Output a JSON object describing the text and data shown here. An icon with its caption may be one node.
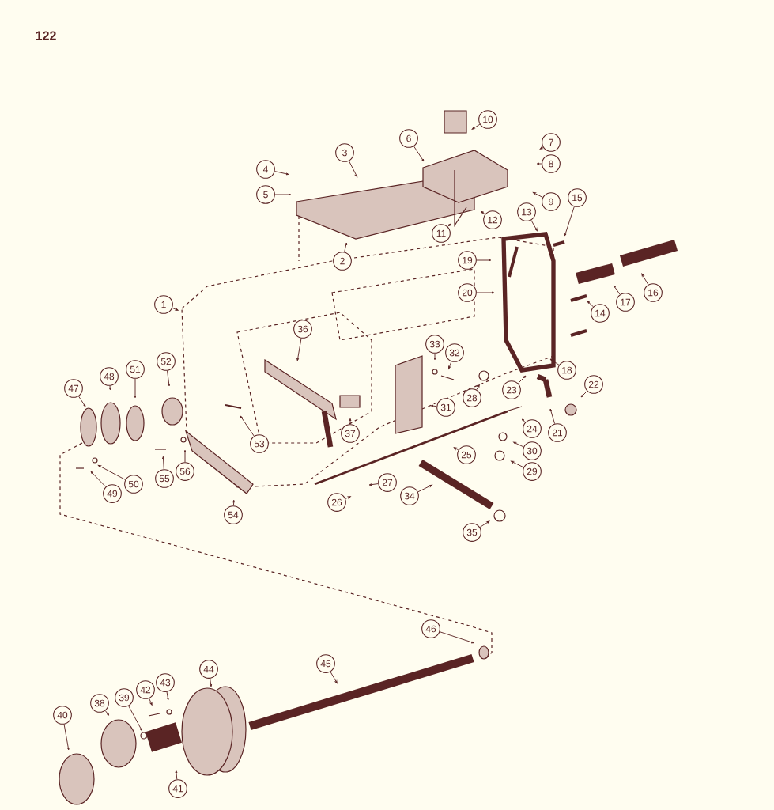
{
  "diagram": {
    "nodes": [
      {
        "text": [
          "1"
        ]
      },
      {
        "text": [
          "2"
        ]
      },
      {
        "text": [
          "3"
        ]
      },
      {
        "text": [
          "4"
        ]
      },
      {
        "text": [
          "5"
        ]
      },
      {
        "text": [
          "6"
        ]
      },
      {
        "text": [
          "7"
        ]
      },
      {
        "text": [
          "8"
        ]
      },
      {
        "text": [
          "9"
        ]
      },
      {
        "text": [
          "10"
        ]
      },
      {
        "text": [
          "11"
        ]
      },
      {
        "text": [
          "12"
        ]
      },
      {
        "text": [
          "13"
        ]
      },
      {
        "text": [
          "14"
        ]
      },
      {
        "text": [
          "15"
        ]
      },
      {
        "text": [
          "16"
        ]
      },
      {
        "text": [
          "17"
        ]
      },
      {
        "text": [
          "18"
        ]
      },
      {
        "text": [
          "19"
        ]
      },
      {
        "text": [
          "20"
        ]
      },
      {
        "text": [
          "21"
        ]
      },
      {
        "text": [
          "22"
        ]
      },
      {
        "text": [
          "23"
        ]
      },
      {
        "text": [
          "24"
        ]
      },
      {
        "text": [
          "25"
        ]
      },
      {
        "text": [
          "26"
        ]
      },
      {
        "text": [
          "27"
        ]
      },
      {
        "text": [
          "28"
        ]
      },
      {
        "text": [
          "29"
        ]
      },
      {
        "text": [
          "30"
        ]
      },
      {
        "text": [
          "31"
        ]
      },
      {
        "text": [
          "32"
        ]
      },
      {
        "text": [
          "33"
        ]
      },
      {
        "text": [
          "34"
        ]
      },
      {
        "text": [
          "35"
        ]
      },
      {
        "text": [
          "36"
        ]
      },
      {
        "text": [
          "37"
        ]
      },
      {
        "text": [
          "38"
        ]
      },
      {
        "text": [
          "39"
        ]
      },
      {
        "text": [
          "40"
        ]
      },
      {
        "text": [
          "41"
        ]
      },
      {
        "text": [
          "42"
        ]
      },
      {
        "text": [
          "43"
        ]
      },
      {
        "text": [
          "44"
        ]
      },
      {
        "text": [
          "45"
        ]
      },
      {
        "text": [
          "46"
        ]
      },
      {
        "text": [
          "47"
        ]
      },
      {
        "text": [
          "48"
        ]
      },
      {
        "text": [
          "49"
        ]
      },
      {
        "text": [
          "50"
        ]
      },
      {
        "text": [
          "51"
        ]
      },
      {
        "text": [
          "52"
        ]
      },
      {
        "text": [
          "53"
        ]
      },
      {
        "text": [
          "54"
        ]
      },
      {
        "text": [
          "55"
        ]
      },
      {
        "text": [
          "56"
        ]
      }
    ],
    "edges": [
      {
        "from": 0,
        "to": null,
        "arrow": "to"
      },
      {
        "from": 1,
        "to": null,
        "arrow": "to"
      },
      {
        "from": 2,
        "to": null,
        "arrow": "to"
      },
      {
        "from": 3,
        "to": null,
        "arrow": "to"
      },
      {
        "from": 4,
        "to": null,
        "arrow": "to"
      },
      {
        "from": 5,
        "to": null,
        "arrow": "to"
      },
      {
        "from": 6,
        "to": null,
        "arrow": "to"
      },
      {
        "from": 7,
        "to": null,
        "arrow": "to"
      },
      {
        "from": 8,
        "to": null,
        "arrow": "to"
      },
      {
        "from": 9,
        "to": null,
        "arrow": "to"
      },
      {
        "from": 10,
        "to": null,
        "arrow": "to"
      },
      {
        "from": 11,
        "to": null,
        "arrow": "to"
      },
      {
        "from": 12,
        "to": null,
        "arrow": "to"
      },
      {
        "from": 13,
        "to": null,
        "arrow": "to"
      },
      {
        "from": 14,
        "to": null,
        "arrow": "to"
      },
      {
        "from": 15,
        "to": null,
        "arrow": "to"
      },
      {
        "from": 16,
        "to": null,
        "arrow": "to"
      },
      {
        "from": 17,
        "to": null,
        "arrow": "to"
      },
      {
        "from": 18,
        "to": null,
        "arrow": "to"
      },
      {
        "from": 19,
        "to": null,
        "arrow": "to"
      },
      {
        "from": 20,
        "to": null,
        "arrow": "to"
      },
      {
        "from": 21,
        "to": null,
        "arrow": "to"
      },
      {
        "from": 22,
        "to": null,
        "arrow": "to"
      },
      {
        "from": 23,
        "to": null,
        "arrow": "to"
      },
      {
        "from": 24,
        "to": null,
        "arrow": "to"
      },
      {
        "from": 25,
        "to": null,
        "arrow": "to"
      },
      {
        "from": 26,
        "to": null,
        "arrow": "to"
      },
      {
        "from": 27,
        "to": null,
        "arrow": "to"
      },
      {
        "from": 28,
        "to": null,
        "arrow": "to"
      },
      {
        "from": 29,
        "to": null,
        "arrow": "to"
      },
      {
        "from": 30,
        "to": null,
        "arrow": "to"
      },
      {
        "from": 31,
        "to": null,
        "arrow": "to"
      },
      {
        "from": 32,
        "to": null,
        "arrow": "to"
      },
      {
        "from": 33,
        "to": null,
        "arrow": "to"
      },
      {
        "from": 34,
        "to": null,
        "arrow": "to"
      },
      {
        "from": 35,
        "to": null,
        "arrow": "to"
      },
      {
        "from": 36,
        "to": null,
        "arrow": "to"
      },
      {
        "from": 37,
        "to": null,
        "arrow": "to"
      },
      {
        "from": 38,
        "to": null,
        "arrow": "to"
      },
      {
        "from": 39,
        "to": null,
        "arrow": "to"
      },
      {
        "from": 40,
        "to": null,
        "arrow": "to"
      },
      {
        "from": 41,
        "to": null,
        "arrow": "to"
      },
      {
        "from": 42,
        "to": null,
        "arrow": "to"
      },
      {
        "from": 43,
        "to": null,
        "arrow": "to"
      },
      {
        "from": 44,
        "to": null,
        "arrow": "to"
      },
      {
        "from": 45,
        "to": null,
        "arrow": "to"
      },
      {
        "from": 46,
        "to": null,
        "arrow": "to"
      },
      {
        "from": 47,
        "to": null,
        "arrow": "to"
      },
      {
        "from": 48,
        "to": null,
        "arrow": "to"
      },
      {
        "from": 49,
        "to": null,
        "arrow": "to"
      },
      {
        "from": 50,
        "to": null,
        "arrow": "to"
      },
      {
        "from": 51,
        "to": null,
        "arrow": "to"
      },
      {
        "from": 52,
        "to": null,
        "arrow": "to"
      },
      {
        "from": 53,
        "to": null,
        "arrow": "to"
      },
      {
        "from": 54,
        "to": null,
        "arrow": "to"
      },
      {
        "from": 55,
        "to": null,
        "arrow": "to"
      }
    ],
    "labels": [
      "122"
    ]
  }
}
